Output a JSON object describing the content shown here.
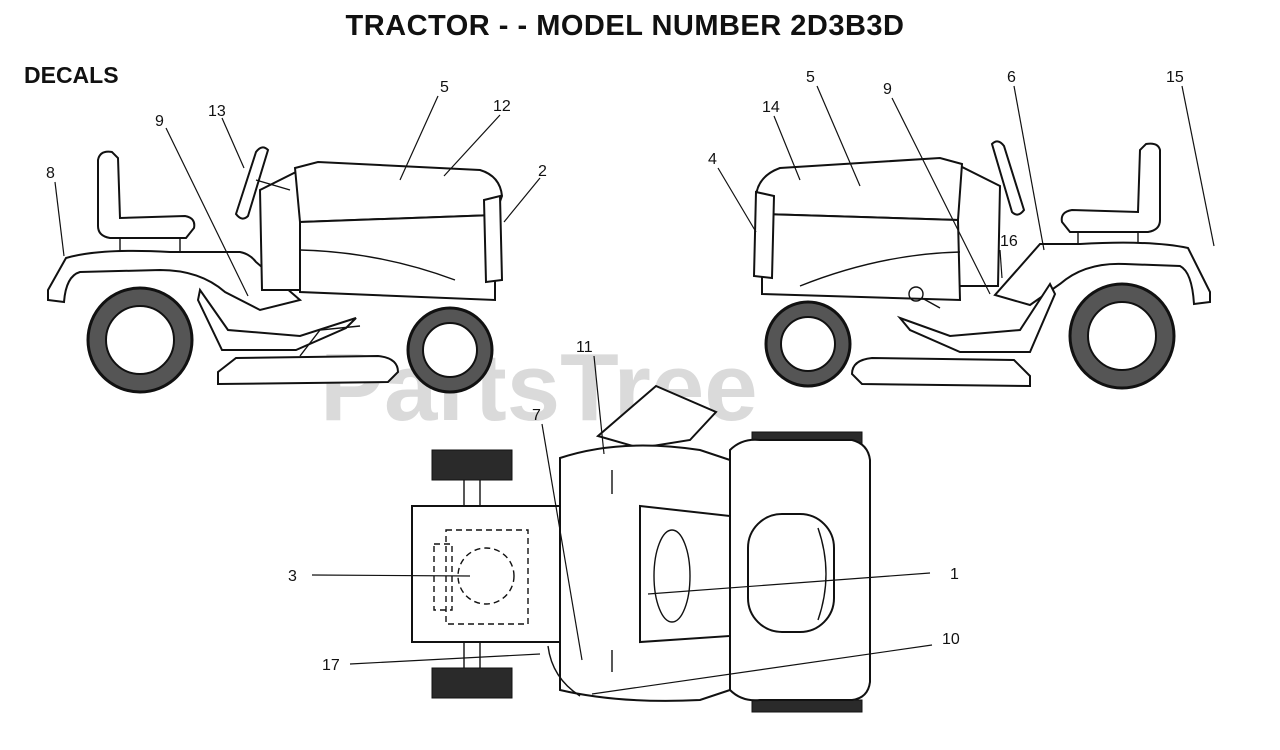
{
  "title": "TRACTOR - - MODEL NUMBER 2D3B3D",
  "section_label": "DECALS",
  "watermark": "PartsTree",
  "callouts": {
    "left_view": [
      "8",
      "9",
      "13",
      "5",
      "12",
      "2"
    ],
    "right_view": [
      "4",
      "14",
      "5",
      "9",
      "6",
      "15",
      "16"
    ],
    "top_view": [
      "11",
      "7",
      "3",
      "1",
      "10",
      "17"
    ]
  }
}
